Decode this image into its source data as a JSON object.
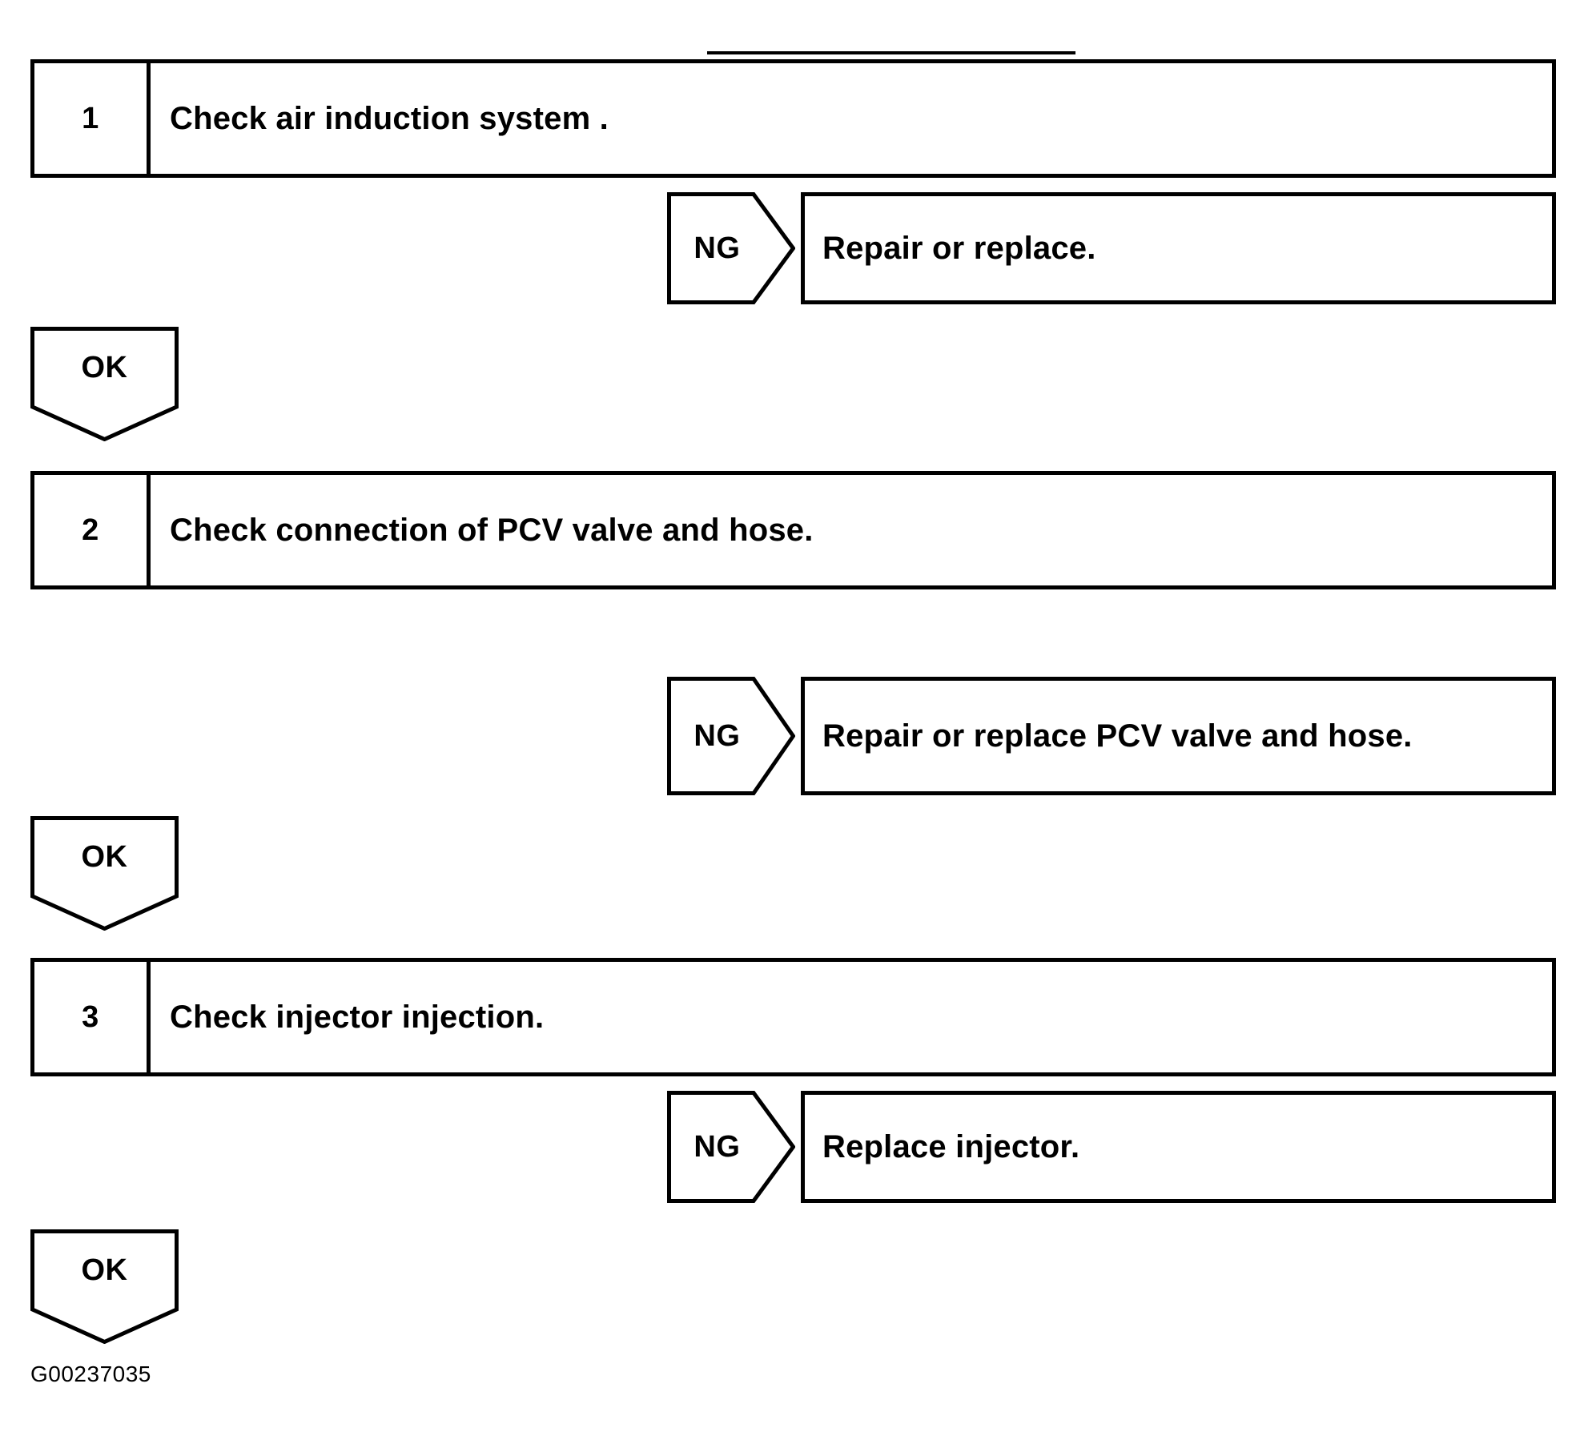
{
  "figure": {
    "id_label": "G00237035",
    "type": "troubleshooting-flowchart",
    "line_color": "#000000",
    "background_color": "#ffffff"
  },
  "steps": [
    {
      "number": "1",
      "text": "Check air induction system .",
      "ng_label": "NG",
      "ng_result": "Repair or replace.",
      "ok_label": "OK"
    },
    {
      "number": "2",
      "text": "Check connection of PCV valve and hose.",
      "ng_label": "NG",
      "ng_result": "Repair or replace PCV valve and hose.",
      "ok_label": "OK"
    },
    {
      "number": "3",
      "text": "Check injector injection.",
      "ng_label": "NG",
      "ng_result": "Replace injector.",
      "ok_label": "OK"
    }
  ]
}
